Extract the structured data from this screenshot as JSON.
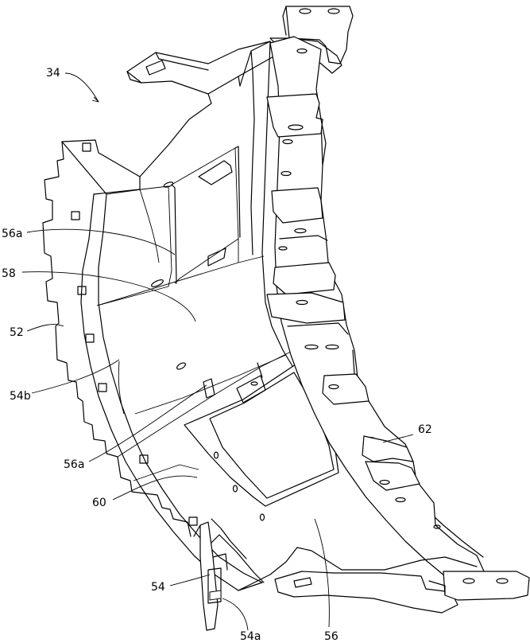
{
  "labels": {
    "ref_34": "34",
    "ref_56a_top": "56a",
    "ref_58": "58",
    "ref_52": "52",
    "ref_54b": "54b",
    "ref_56a_bottom": "56a",
    "ref_60": "60",
    "ref_54": "54",
    "ref_54a": "54a",
    "ref_56": "56",
    "ref_62": "62"
  }
}
